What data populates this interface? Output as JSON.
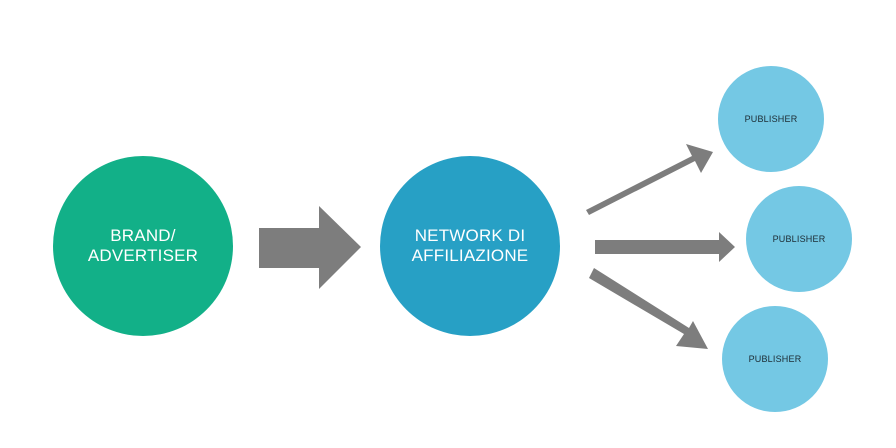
{
  "nodes": {
    "brand": {
      "label": "BRAND/\nADVERTISER",
      "color": "#12b088"
    },
    "network": {
      "label": "NETWORK DI\nAFFILIAZIONE",
      "color": "#27a0c5"
    },
    "publishers": [
      {
        "label": "PUBLISHER",
        "color": "#74c8e4"
      },
      {
        "label": "PUBLISHER",
        "color": "#74c8e4"
      },
      {
        "label": "PUBLISHER",
        "color": "#74c8e4"
      }
    ]
  },
  "arrows": {
    "color": "#7d7d7d",
    "connections": [
      {
        "from": "brand",
        "to": "network"
      },
      {
        "from": "network",
        "to": "publisher-1"
      },
      {
        "from": "network",
        "to": "publisher-2"
      },
      {
        "from": "network",
        "to": "publisher-3"
      }
    ]
  }
}
